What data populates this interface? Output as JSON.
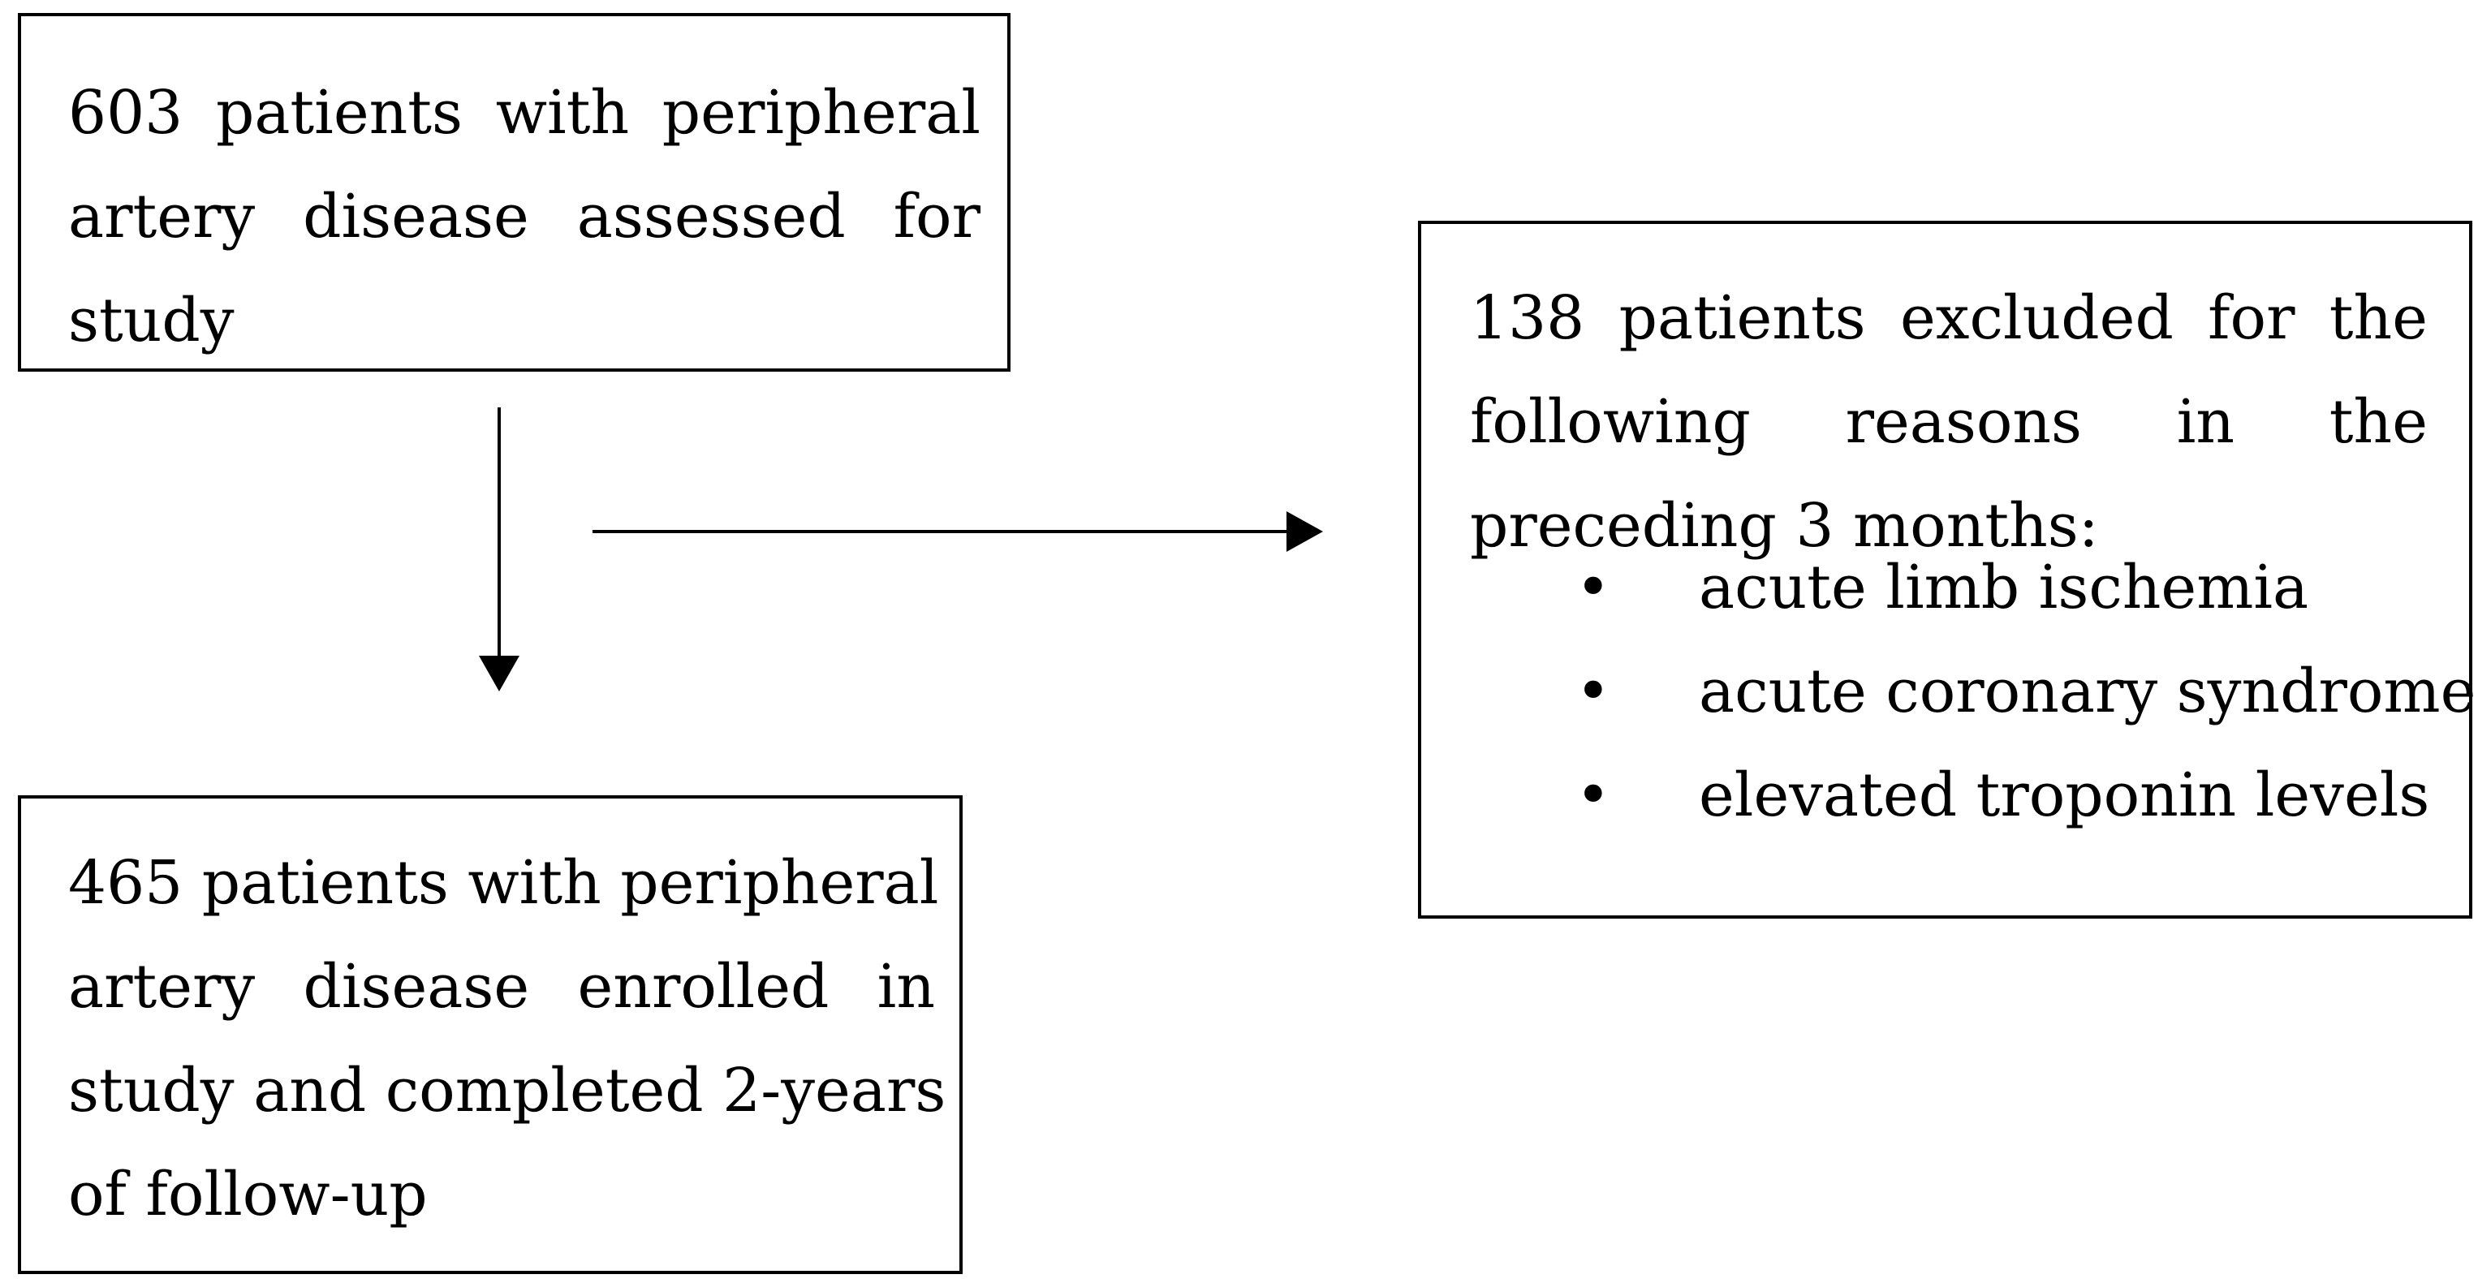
{
  "boxes": {
    "assessed": {
      "lines": [
        "603 patients with peripheral",
        "artery disease assessed for",
        "study"
      ]
    },
    "enrolled": {
      "lines": [
        "465 patients with peripheral",
        "artery disease enrolled in",
        "study and completed 2-years",
        "of follow-up"
      ]
    },
    "excluded": {
      "lines": [
        "138 patients excluded for the",
        "following reasons in the",
        "preceding 3 months:"
      ],
      "reasons": [
        "acute limb ischemia",
        "acute coronary syndrome",
        "elevated troponin levels"
      ]
    }
  },
  "bullet_symbol": "•"
}
